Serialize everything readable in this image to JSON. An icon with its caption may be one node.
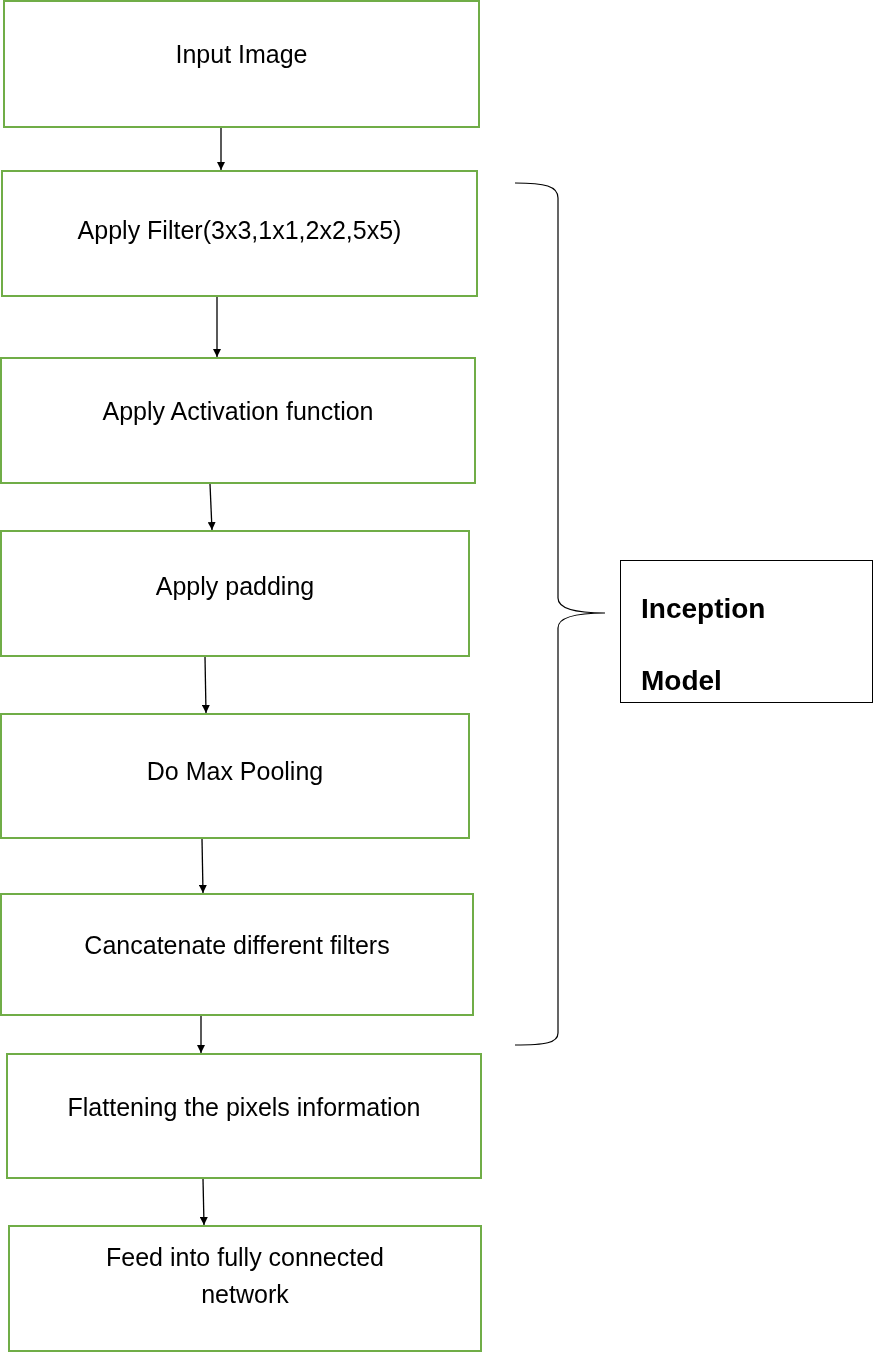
{
  "diagram": {
    "nodes": [
      {
        "text": [
          "Input Image"
        ]
      },
      {
        "text": [
          "Apply Filter(3x3,1x1,2x2,5x5)"
        ]
      },
      {
        "text": [
          "Apply Activation function"
        ]
      },
      {
        "text": [
          "Apply padding"
        ]
      },
      {
        "text": [
          "Do Max Pooling"
        ]
      },
      {
        "text": [
          "Cancatenate different filters"
        ]
      },
      {
        "text": [
          "Flattening the pixels information"
        ]
      },
      {
        "text": [
          "Feed into fully connected network"
        ]
      },
      {
        "text": [
          "Inception Model"
        ]
      }
    ],
    "edges": [
      {
        "from": 0,
        "to": 1,
        "arrow": "to"
      },
      {
        "from": 1,
        "to": 2,
        "arrow": "to"
      },
      {
        "from": 2,
        "to": 3,
        "arrow": "to"
      },
      {
        "from": 3,
        "to": 4,
        "arrow": "to"
      },
      {
        "from": 4,
        "to": 5,
        "arrow": "to"
      },
      {
        "from": 5,
        "to": 6,
        "arrow": "to"
      },
      {
        "from": 6,
        "to": 7,
        "arrow": "to"
      }
    ]
  }
}
